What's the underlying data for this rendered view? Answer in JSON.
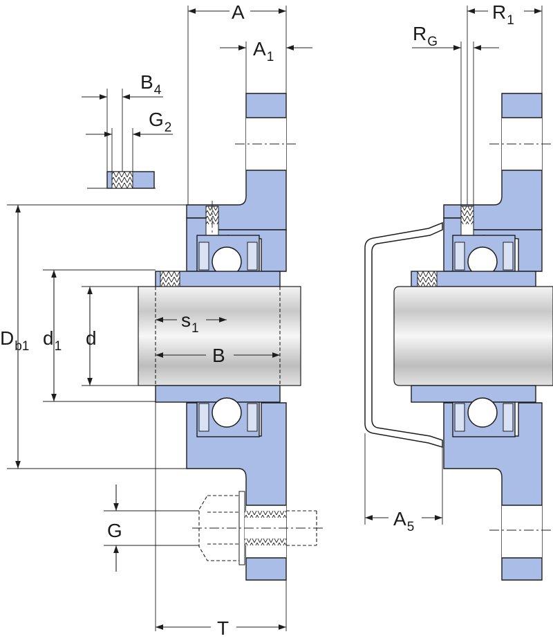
{
  "labels": {
    "A": "A",
    "A1": "A",
    "A1_sub": "1",
    "B4": "B",
    "B4_sub": "4",
    "G2": "G",
    "G2_sub": "2",
    "R1": "R",
    "R1_sub": "1",
    "RG": "R",
    "RG_sub": "G",
    "Db1": "D",
    "Db1_sub": "b1",
    "d1": "d",
    "d1_sub": "1",
    "d": "d",
    "s1": "s",
    "s1_sub": "1",
    "B": "B",
    "G": "G",
    "T": "T",
    "A5": "A",
    "A5_sub": "5"
  }
}
